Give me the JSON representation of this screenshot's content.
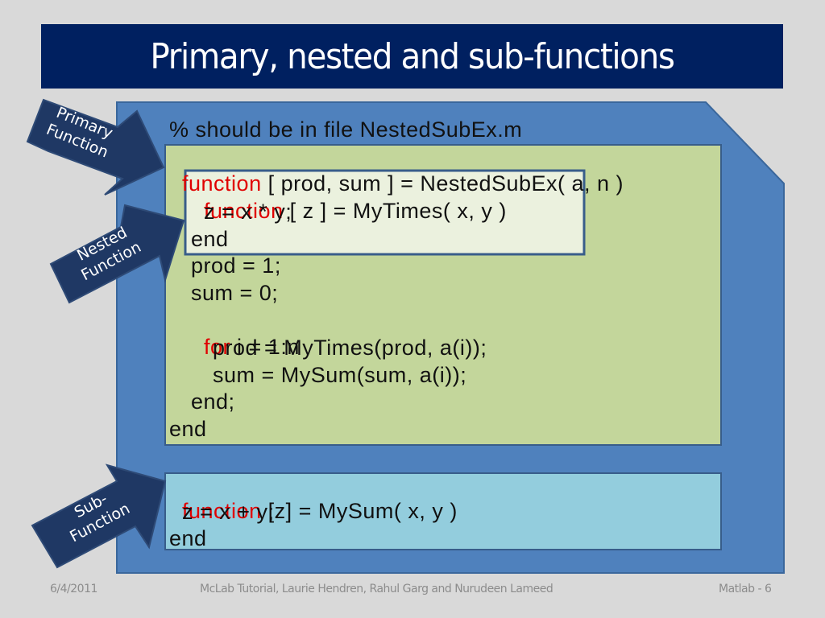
{
  "slide": {
    "title": "Primary,  nested and sub-functions",
    "colors": {
      "background": "#d9d9d9",
      "title_bar": "#002060",
      "panel": "#4f81bd",
      "primary_box": "#c3d69b",
      "nested_box": "#ebf1de",
      "sub_box": "#93cddd",
      "arrow": "#1f3864",
      "keyword": "#e00000"
    }
  },
  "arrows": {
    "primary": "Primary\nFunction",
    "nested": "Nested\nFunction",
    "sub": "Sub-\nFunction"
  },
  "code": {
    "comment": "% should be in file NestedSubEx.m",
    "primary": {
      "kw": "function",
      "sig": " [ prod, sum ] = NestedSubEx( a, n )"
    },
    "nested": {
      "kw": "function",
      "sig": " [ z ] = MyTimes( x, y )",
      "body": "  z = x * y;",
      "end": "end"
    },
    "primary_body": [
      "prod = 1;",
      "sum = 0;"
    ],
    "for_kw": "for",
    "for_rest": " i = 1:n",
    "loop_body": [
      "prod = MyTimes(prod, a(i));",
      "sum = MySum(sum, a(i));"
    ],
    "loop_end": "end;",
    "primary_end": "end",
    "sub": {
      "kw": "function",
      "sig": " [z] = MySum( x, y )",
      "body": "  z = x + y;",
      "end": "end"
    }
  },
  "footer": {
    "date": "6/4/2011",
    "credits": "McLab Tutorial,  Laurie Hendren, Rahul Garg and Nurudeen Lameed",
    "page": "Matlab - 6"
  }
}
